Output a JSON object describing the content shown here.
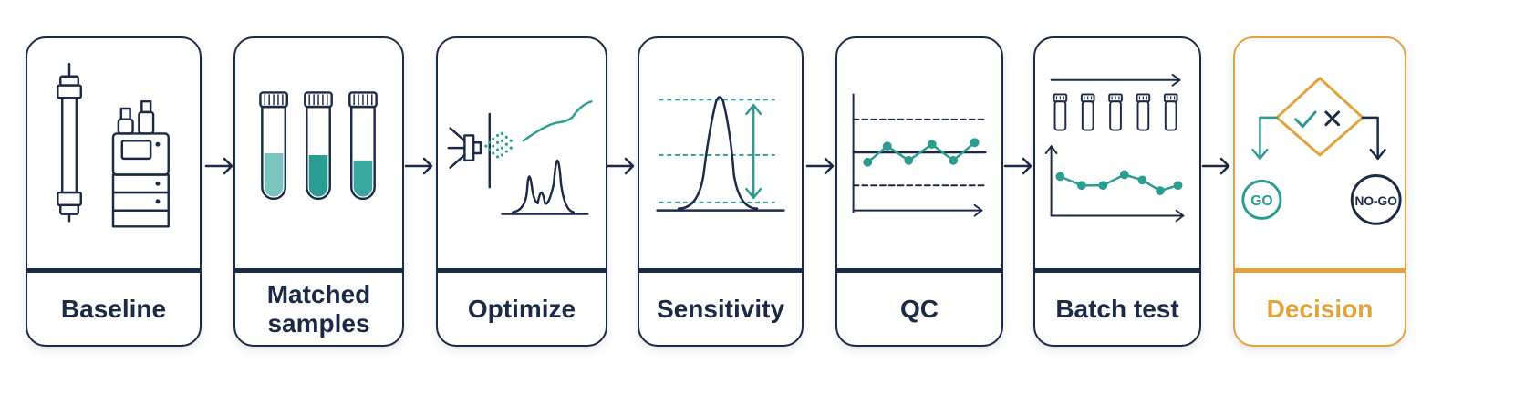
{
  "steps": [
    {
      "label": "Baseline"
    },
    {
      "label": "Matched\nsamples"
    },
    {
      "label": "Optimize"
    },
    {
      "label": "Sensitivity"
    },
    {
      "label": "QC"
    },
    {
      "label": "Batch test"
    },
    {
      "label": "Decision"
    }
  ],
  "decision": {
    "go": "GO",
    "nogo": "NO-GO"
  },
  "colors": {
    "navy": "#1b2a47",
    "teal": "#2a9d92",
    "accent": "#e2a43a"
  },
  "icons": [
    "column-instrument-icon",
    "vials-icon",
    "spray-chromatogram-icon",
    "peak-height-icon",
    "control-chart-icon",
    "batch-trend-icon",
    "decision-diamond-icon"
  ]
}
